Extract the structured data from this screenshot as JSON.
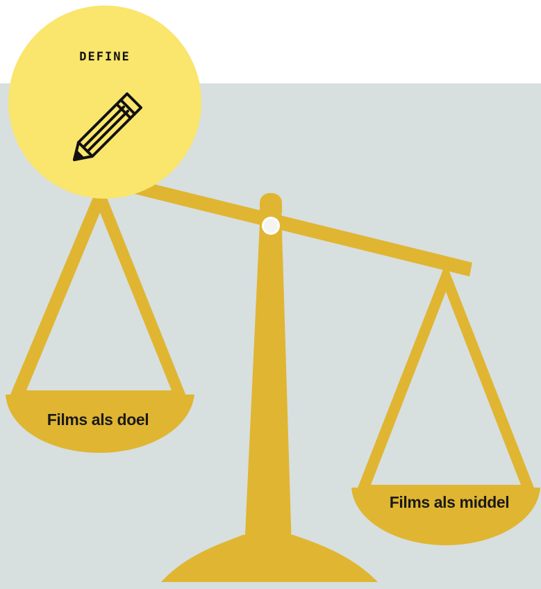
{
  "badge": {
    "title": "DEFINE",
    "icon": "pencil-icon",
    "color": "#fae56d"
  },
  "scale": {
    "left_pan_label": "Films als doel",
    "right_pan_label": "Films als middel",
    "color": "#e0b531",
    "background": "#d7dfdf"
  }
}
